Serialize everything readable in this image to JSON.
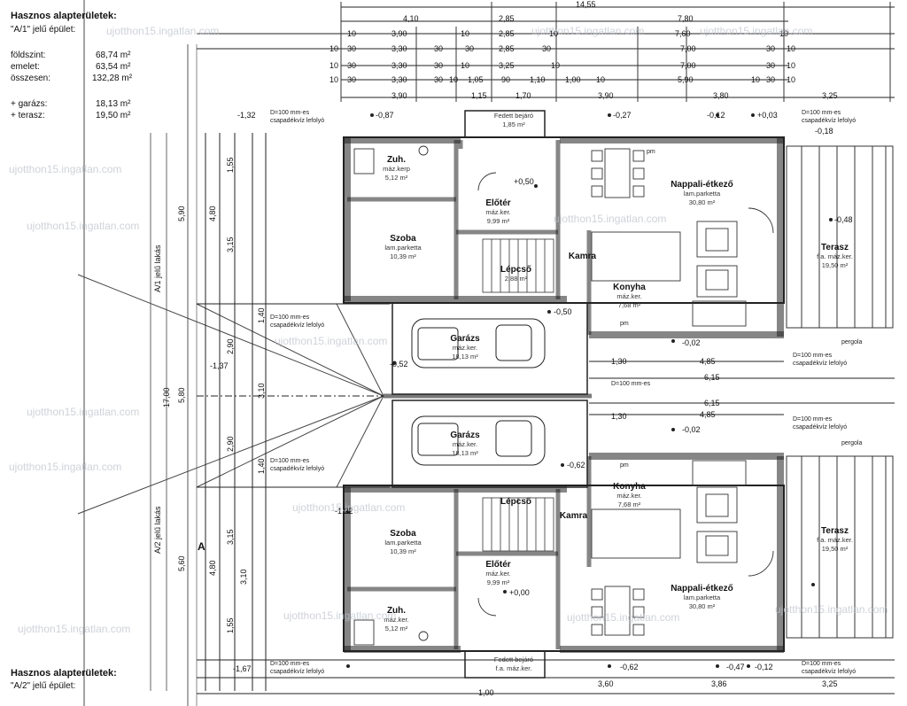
{
  "legend_top": {
    "title": "Hasznos alapterületek:",
    "building": "\"A/1\" jelű épület:",
    "rows": [
      {
        "label": "földszint:",
        "value": "68,74 m²"
      },
      {
        "label": "emelet:",
        "value": "63,54 m²"
      },
      {
        "label": "összesen:",
        "value": "132,28 m²"
      },
      {
        "label": "+ garázs:",
        "value": "18,13 m²"
      },
      {
        "label": "+ terasz:",
        "value": "19,50 m²"
      }
    ]
  },
  "legend_bottom": {
    "title": "Hasznos alapterületek:",
    "building": "\"A/2\" jelű épület:"
  },
  "rooms": {
    "zuh1": {
      "name": "Zuh.",
      "mat": "máz.kerp",
      "area": "5,12 m²"
    },
    "szoba1": {
      "name": "Szoba",
      "mat": "lam.parketta",
      "area": "10,39 m²"
    },
    "eloter1": {
      "name": "Előtér",
      "mat": "máz.ker.",
      "area": "9,99 m²"
    },
    "lepcso1": {
      "name": "Lépcső",
      "mat": "",
      "area": "2,88 m²"
    },
    "kamra1": {
      "name": "Kamra",
      "mat": "",
      "area": ""
    },
    "fedett1": {
      "name": "Fedett bejáró",
      "mat": "",
      "area": "1,85 m²"
    },
    "nappali1": {
      "name": "Nappali-étkező",
      "mat": "lam.parketta",
      "area": "30,80 m²"
    },
    "konyha1": {
      "name": "Konyha",
      "mat": "máz.ker.",
      "area": "7,68 m²"
    },
    "terasz1": {
      "name": "Terasz",
      "mat": "f.a. máz.ker.",
      "area": "19,50 m²"
    },
    "garazs1": {
      "name": "Garázs",
      "mat": "máz.ker.",
      "area": "18,13 m²"
    },
    "garazs2": {
      "name": "Garázs",
      "mat": "máz.ker.",
      "area": "18,13 m²"
    },
    "konyha2": {
      "name": "Konyha",
      "mat": "máz.ker.",
      "area": "7,68 m²"
    },
    "lepcso2": {
      "name": "Lépcső",
      "mat": "",
      "area": ""
    },
    "kamra2": {
      "name": "Kamra",
      "mat": "",
      "area": ""
    },
    "szoba2": {
      "name": "Szoba",
      "mat": "lam.parketta",
      "area": "10,39 m²"
    },
    "eloter2": {
      "name": "Előtér",
      "mat": "máz.ker.",
      "area": "9,99 m²"
    },
    "nappali2": {
      "name": "Nappali-étkező",
      "mat": "lam.parketta",
      "area": "30,80 m²"
    },
    "terasz2": {
      "name": "Terasz",
      "mat": "f.a. máz.ker.",
      "area": "19,50 m²"
    },
    "zuh2": {
      "name": "Zuh.",
      "mat": "máz.ker.",
      "area": "5,12 m²"
    },
    "fedett2": {
      "name": "Fedett bejáró",
      "mat": "f.a. máz.ker.",
      "area": ""
    }
  },
  "dims_top": {
    "total": "14,55",
    "row1": [
      "4,10",
      "2,85",
      "7,80"
    ],
    "row2": [
      "10",
      "3,90",
      "10",
      "2,85",
      "10",
      "7,60",
      "10"
    ],
    "row3": [
      "10",
      "30",
      "3,30",
      "30",
      "30",
      "2,85",
      "30",
      "7,00",
      "30",
      "10"
    ],
    "row4": [
      "10",
      "30",
      "3,30",
      "30",
      "10",
      "3,25",
      "10",
      "7,00",
      "30",
      "10"
    ],
    "row5": [
      "10",
      "30",
      "3,30",
      "30",
      "10",
      "1,05",
      "90",
      "1,10",
      "1,00",
      "10",
      "5,90",
      "10",
      "30",
      "10"
    ],
    "row6": [
      "3,90",
      "1,15",
      "1,70",
      "3,90",
      "3,80",
      "3,25"
    ]
  },
  "dims_bottom": [
    "1,00",
    "3,60",
    "3,86",
    "3,25"
  ],
  "dims_mid": [
    "4,85",
    "6,15",
    "6,15",
    "1,30",
    "1,30",
    "4,85"
  ],
  "dims_left_outer": [
    "17,00",
    "5,90",
    "5,60",
    "5,80"
  ],
  "dims_left_inner": [
    "1,55",
    "4,80",
    "3,15",
    "1,40",
    "2,90",
    "3,10",
    "3,10",
    "2,90",
    "1,40",
    "3,15",
    "4,80",
    "1,55"
  ],
  "dims_left_tags": [
    "A/1 jelű lakás",
    "A/2 jelű lakás"
  ],
  "levels": [
    "-1,32",
    "-0,87",
    "-0,27",
    "-0,12",
    "+0,03",
    "+0,50",
    "-0,02",
    "-0,50",
    "-0,52",
    "-0,48",
    "-0,62",
    "+0,00",
    "-0,02",
    "-0,47",
    "-0,12",
    "-0,62",
    "-1,37",
    "-1,22",
    "-1,67",
    "-0,18"
  ],
  "notes": {
    "drain": "D=100 mm-es",
    "drain2": "csapadékvíz lefolyó",
    "pergola": "pergola",
    "pm": "pm",
    "section": "A"
  },
  "watermark": "ujotthon15.ingatlan.com"
}
